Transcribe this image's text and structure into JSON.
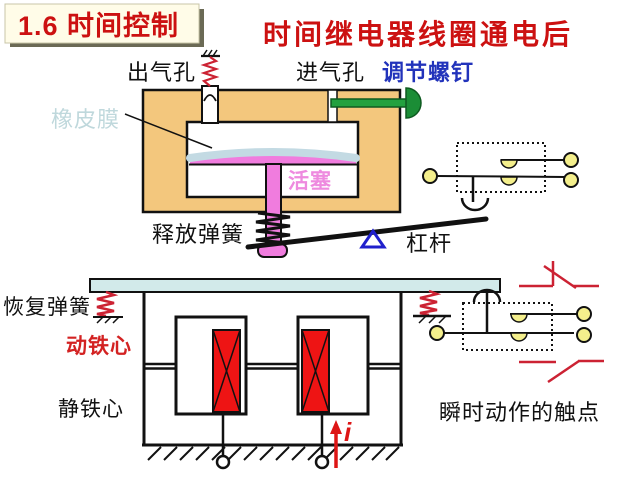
{
  "header": {
    "badge": "1.6 时间控制",
    "title": "时间继电器线圈通电后"
  },
  "labels": {
    "air_outlet": "出气孔",
    "air_inlet": "进气孔",
    "adjusting_screw": "调节螺钉",
    "rubber_membrane": "橡皮膜",
    "piston": "活塞",
    "release_spring": "释放弹簧",
    "lever": "杠杆",
    "recovery_spring": "恢复弹簧",
    "moving_core": "动铁心",
    "static_core": "静铁心",
    "instant_contacts": "瞬时动作的触点",
    "current_symbol": "i"
  },
  "colors": {
    "title_red": "#CC1111",
    "label_blue": "#2233BB",
    "membrane_label": "#BFD8DC",
    "piston_pink": "#F07CDE",
    "coil_red": "#EE1414",
    "body_tan": "#F3C77D",
    "armature_cyan": "#D2EAEA",
    "terminal_yellow": "#F4EF8C",
    "screw_green": "#23A13F",
    "spring_red": "#CC2233",
    "fulcrum_blue": "#2020CC",
    "current_red": "#DD1515"
  }
}
